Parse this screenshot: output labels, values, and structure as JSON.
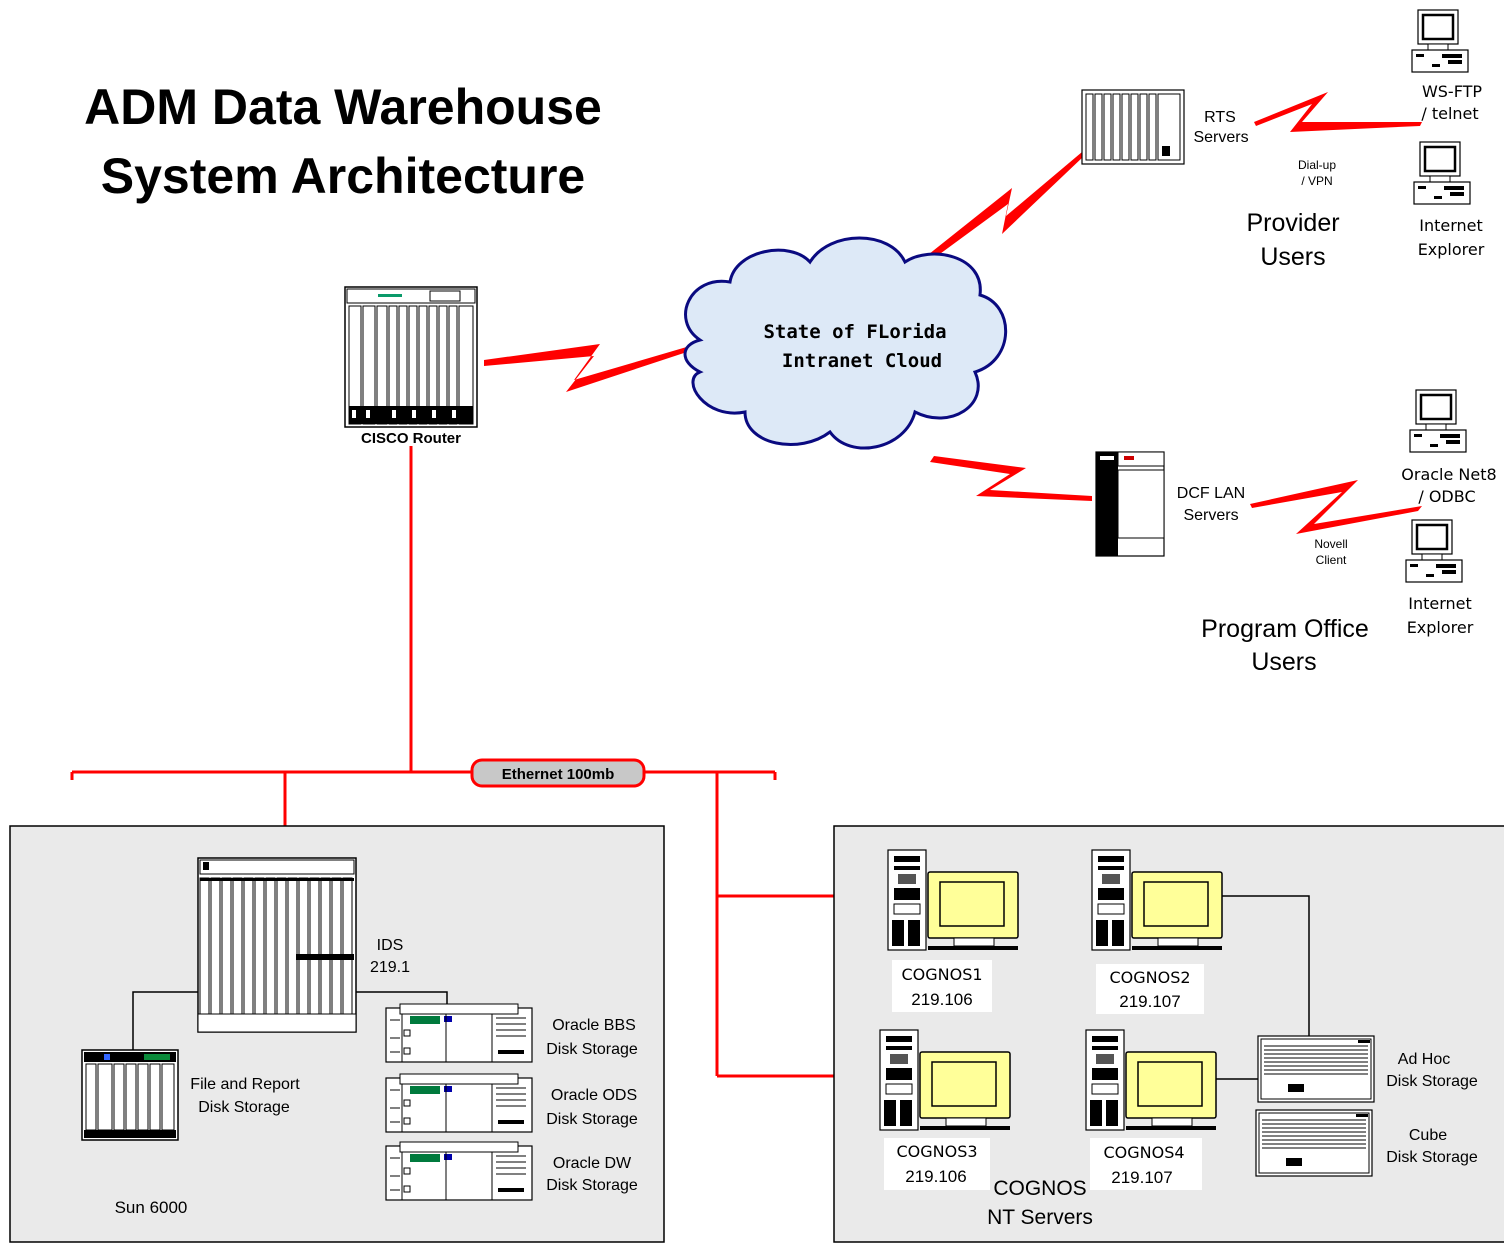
{
  "title": {
    "line1": "ADM Data Warehouse",
    "line2": "System Architecture"
  },
  "cloud": {
    "line1": "State of FLorida",
    "line2": "Intranet Cloud"
  },
  "router": {
    "label": "CISCO Router"
  },
  "ethernet": {
    "label": "Ethernet 100mb"
  },
  "rts": {
    "line1": "RTS",
    "line2": "Servers"
  },
  "dialup": {
    "line1": "Dial-up",
    "line2": "/ VPN"
  },
  "provider_users": {
    "line1": "Provider",
    "line2": "Users"
  },
  "ws_ftp": {
    "line1": "WS-FTP",
    "line2": "/ telnet"
  },
  "ie_top": {
    "line1": "Internet",
    "line2": "Explorer"
  },
  "dcf": {
    "line1": "DCF LAN",
    "line2": "Servers"
  },
  "novell": {
    "line1": "Novell",
    "line2": "Client"
  },
  "oracle_net": {
    "line1": "Oracle Net8",
    "line2": "/ ODBC"
  },
  "ie_bottom": {
    "line1": "Internet",
    "line2": "Explorer"
  },
  "program_office": {
    "line1": "Program Office",
    "line2": "Users"
  },
  "sun": {
    "box_label": "Sun 6000",
    "ids_line1": "IDS",
    "ids_line2": "219.1",
    "file_line1": "File and Report",
    "file_line2": "Disk Storage",
    "bbs_line1": "Oracle BBS",
    "bbs_line2": "Disk Storage",
    "ods_line1": "Oracle ODS",
    "ods_line2": "Disk Storage",
    "dw_line1": "Oracle DW",
    "dw_line2": "Disk Storage"
  },
  "cognos": {
    "box_line1": "COGNOS",
    "box_line2": "NT Servers",
    "s1_name": "COGNOS1",
    "s1_ip": "219.106",
    "s2_name": "COGNOS2",
    "s2_ip": "219.107",
    "s3_name": "COGNOS3",
    "s3_ip": "219.106",
    "s4_name": "COGNOS4",
    "s4_ip": "219.107",
    "adhoc_line1": "Ad Hoc",
    "adhoc_line2": "Disk Storage",
    "cube_line1": "Cube",
    "cube_line2": "Disk Storage"
  },
  "colors": {
    "network_red": "#ff0000",
    "cloud_fill": "#dde9f7",
    "cloud_stroke": "#0a0a80",
    "panel_fill": "#eaeaea",
    "monitor_yellow": "#ffff99"
  }
}
